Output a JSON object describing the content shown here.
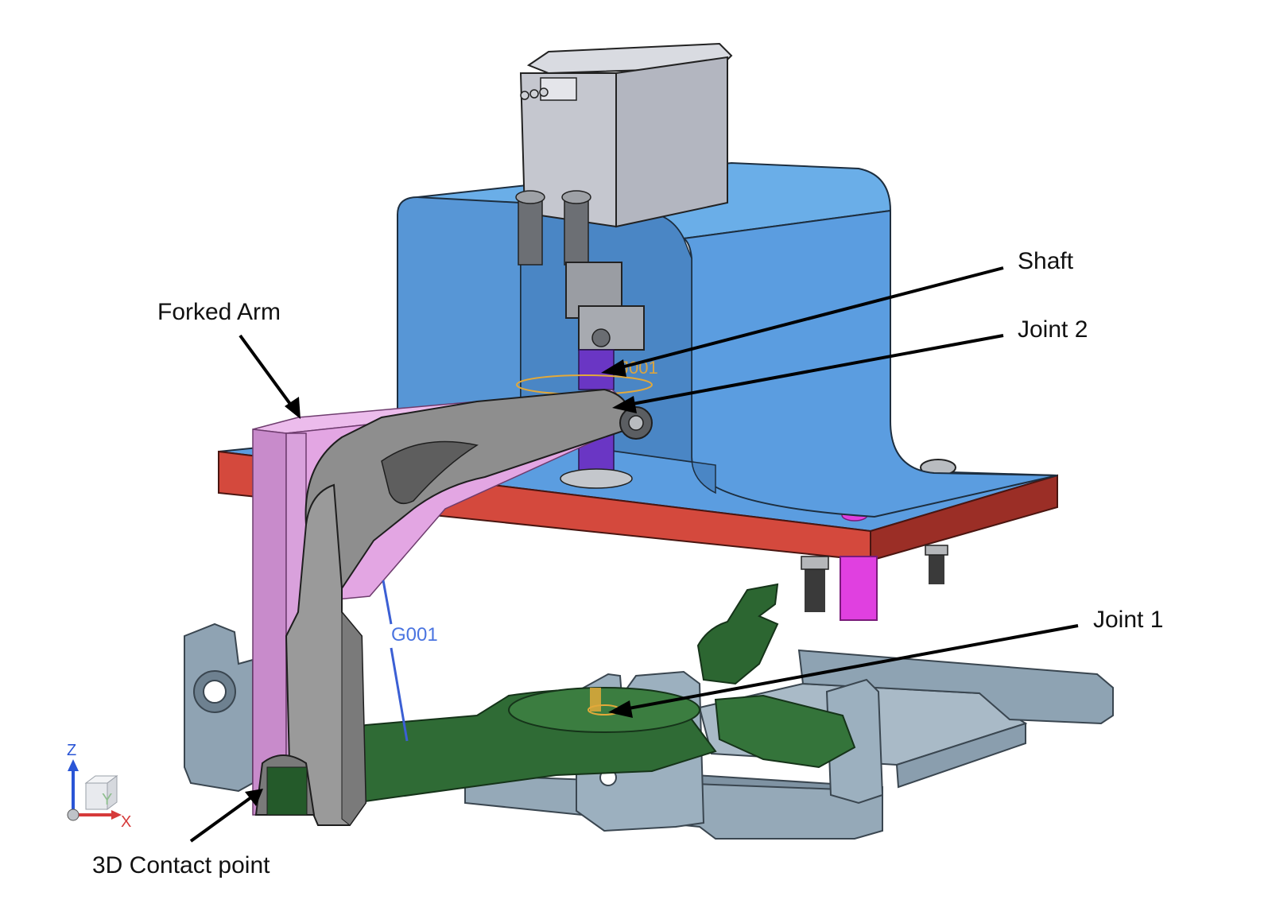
{
  "labels": {
    "shaft": "Shaft",
    "joint2": "Joint 2",
    "forked_arm": "Forked Arm",
    "joint1": "Joint 1",
    "contact_point": "3D Contact point"
  },
  "model_tags": {
    "gear_relation": "G001",
    "joint_tag": "J001"
  },
  "triad": {
    "z": "Z",
    "x": "X",
    "y": "Y"
  },
  "colors": {
    "bracket_blue": "#5b9de0",
    "base_plate_red": "#d4493d",
    "forked_arm_gray": "#8e8e8e",
    "design_space_pink": "#dca0dc",
    "lower_part_green": "#2f6b35",
    "sheet_metal_gray": "#8da2b2",
    "shaft_purple": "#6a36c4",
    "pin_magenta": "#e040e0",
    "servo_gray": "#c9cbd3"
  }
}
